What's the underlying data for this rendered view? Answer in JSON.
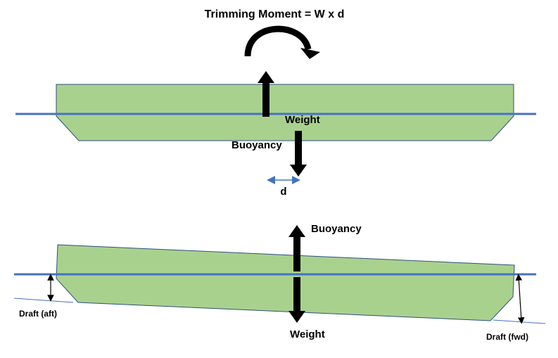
{
  "title": "Trimming Moment = W x d",
  "top_diagram": {
    "buoyancy_label": "Buoyancy",
    "weight_label": "Weight",
    "distance_label": "d"
  },
  "bottom_diagram": {
    "buoyancy_label": "Buoyancy",
    "weight_label": "Weight",
    "draft_aft_label": "Draft (aft)",
    "draft_fwd_label": "Draft (fwd)"
  },
  "colors": {
    "hull_fill": "#a9d18e",
    "hull_stroke": "#2f4f7f",
    "waterline": "#4472c4",
    "arrow": "#000000"
  }
}
